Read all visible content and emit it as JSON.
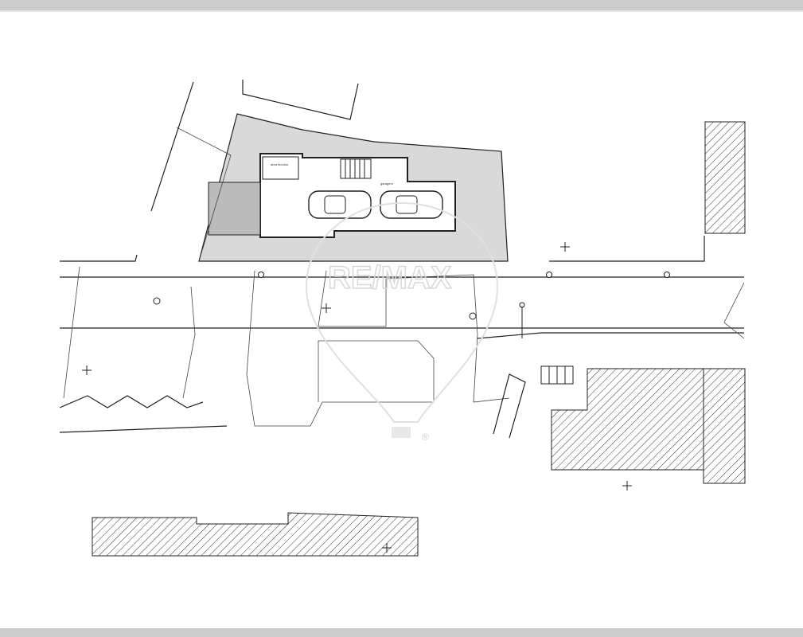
{
  "plan": {
    "rooms": {
      "technical_area": "área técnica",
      "garage": "garagem"
    }
  },
  "watermark": {
    "brand": "RE/MAX",
    "registered": "®"
  },
  "colors": {
    "plot_fill": "#d9d9d9",
    "hatch": "#333333",
    "frame_bar": "#cccccc"
  }
}
